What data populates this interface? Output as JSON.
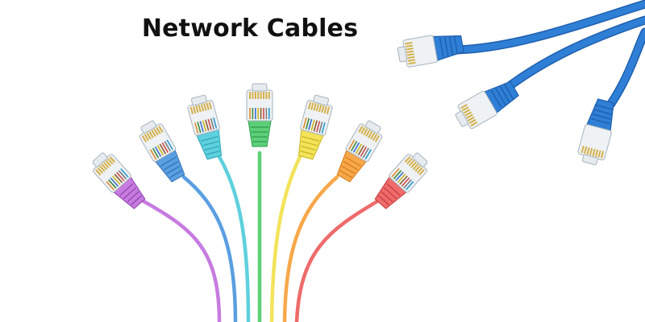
{
  "title": "Network Cables",
  "fan_cables": [
    {
      "name": "purple-cable",
      "color": "#c77be0",
      "dark": "#8e44ad"
    },
    {
      "name": "blue-cable",
      "color": "#5a9fe0",
      "dark": "#2c6fb5"
    },
    {
      "name": "cyan-cable",
      "color": "#5fd0dd",
      "dark": "#2aa6b5"
    },
    {
      "name": "green-cable",
      "color": "#5ccf78",
      "dark": "#2e9e4d"
    },
    {
      "name": "yellow-cable",
      "color": "#f2e35a",
      "dark": "#c9b21b"
    },
    {
      "name": "orange-cable",
      "color": "#f7a84a",
      "dark": "#d67a14"
    },
    {
      "name": "red-cable",
      "color": "#ef6b6b",
      "dark": "#c43b3b"
    }
  ],
  "side_cables": [
    {
      "name": "blue-patch-cable-1",
      "color": "#2f7fd6"
    },
    {
      "name": "blue-patch-cable-2",
      "color": "#2f7fd6"
    },
    {
      "name": "blue-patch-cable-3",
      "color": "#2f7fd6"
    }
  ]
}
